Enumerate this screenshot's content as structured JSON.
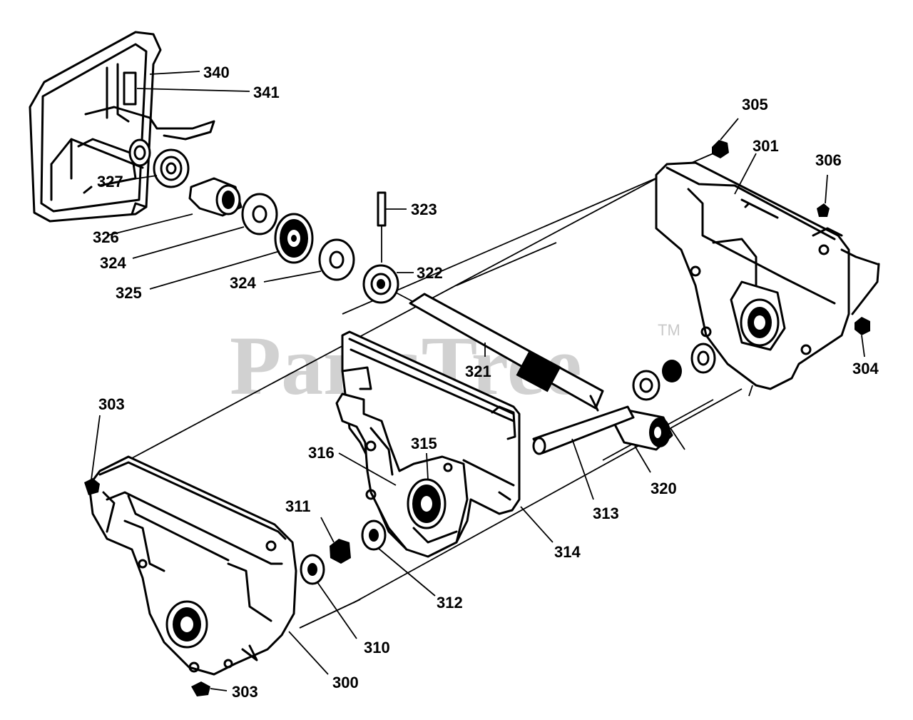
{
  "watermark": {
    "brand": "PartsTree",
    "trademark": "TM"
  },
  "callouts": {
    "c300": "300",
    "c301": "301",
    "c303a": "303",
    "c303b": "303",
    "c304": "304",
    "c305": "305",
    "c306": "306",
    "c310": "310",
    "c311": "311",
    "c312": "312",
    "c313": "313",
    "c314": "314",
    "c315": "315",
    "c316": "316",
    "c320": "320",
    "c321": "321",
    "c322": "322",
    "c323": "323",
    "c324a": "324",
    "c324b": "324",
    "c325": "325",
    "c326": "326",
    "c327": "327",
    "c340": "340",
    "c341": "341"
  },
  "colors": {
    "line": "#000000",
    "background": "#ffffff",
    "watermark": "#c9c9c9"
  }
}
